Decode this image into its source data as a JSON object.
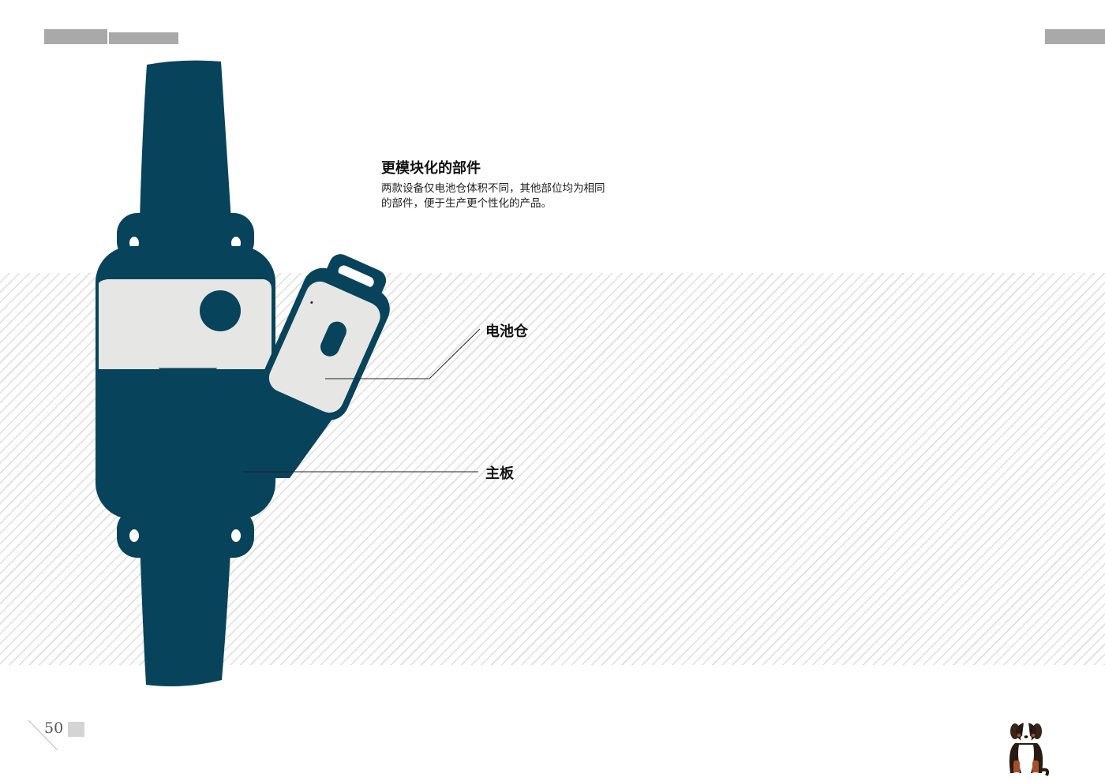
{
  "heading": "更模块化的部件",
  "description_lines": [
    "两款设备仅电池仓体积不同，其他部位均为相同",
    "的部件，便于生产更个性化的产品。"
  ],
  "callouts": {
    "battery": "电池仓",
    "mainboard": "主板"
  },
  "page_number": "50",
  "colors": {
    "device_navy": "#08435c",
    "panel_light": "#e6e6e4",
    "header_bar": "#a9a9a9",
    "hatch": "#dedede"
  },
  "icons": {
    "mascot": "dog-mascot-icon"
  }
}
